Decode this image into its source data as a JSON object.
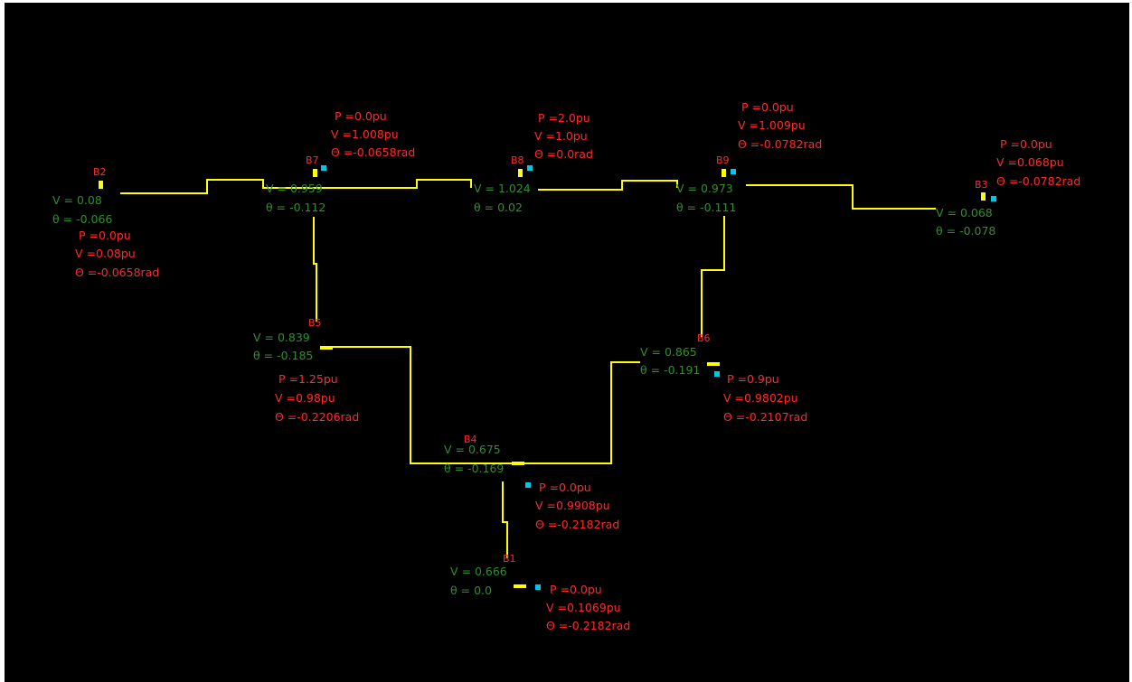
{
  "colors": {
    "background": "#000000",
    "line": "#ffff00",
    "bus_marker": "#ffff00",
    "load_marker": "#00c8e6",
    "state_text": "#2f8f2f",
    "result_text": "#ff2a2a"
  },
  "buses": {
    "B2": {
      "label": "B2",
      "v": "V = 0.08",
      "theta": "θ = -0.066",
      "p": "P =0.0pu",
      "vpu": "V =0.08pu",
      "ang": "Θ =-0.0658rad"
    },
    "B7": {
      "label": "B7",
      "v": "V = 0.959",
      "theta": "θ = -0.112",
      "p": "P =0.0pu",
      "vpu": "V =1.008pu",
      "ang": "Θ =-0.0658rad"
    },
    "B8": {
      "label": "B8",
      "v": "V = 1.024",
      "theta": "θ = 0.02",
      "p": "P =2.0pu",
      "vpu": "V =1.0pu",
      "ang": "Θ =0.0rad"
    },
    "B9": {
      "label": "B9",
      "v": "V = 0.973",
      "theta": "θ = -0.111",
      "p": "P =0.0pu",
      "vpu": "V =1.009pu",
      "ang": "Θ =-0.0782rad"
    },
    "B3": {
      "label": "B3",
      "v": "V = 0.068",
      "theta": "θ = -0.078",
      "p": "P =0.0pu",
      "vpu": "V =0.068pu",
      "ang": "Θ =-0.0782rad"
    },
    "B5": {
      "label": "B5",
      "v": "V = 0.839",
      "theta": "θ = -0.185",
      "p": "P =1.25pu",
      "vpu": "V =0.98pu",
      "ang": "Θ =-0.2206rad"
    },
    "B6": {
      "label": "B6",
      "v": "V = 0.865",
      "theta": "θ = -0.191",
      "p": "P =0.9pu",
      "vpu": "V =0.9802pu",
      "ang": "Θ =-0.2107rad"
    },
    "B4": {
      "label": "B4",
      "v": "V = 0.675",
      "theta": "θ = -0.169",
      "p": "P =0.0pu",
      "vpu": "V =0.9908pu",
      "ang": "Θ =-0.2182rad"
    },
    "B1": {
      "label": "B1",
      "v": "V = 0.666",
      "theta": "θ = 0.0",
      "p": "P =0.0pu",
      "vpu": "V =0.1069pu",
      "ang": "Θ =-0.2182rad"
    }
  }
}
